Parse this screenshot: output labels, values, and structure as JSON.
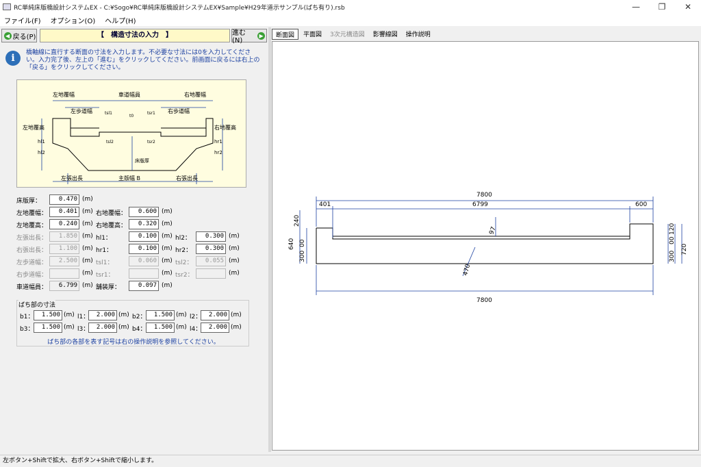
{
  "window": {
    "title": "RC単純床版橋設計システムEX - C:¥Sogo¥RC単純床版橋設計システムEX¥Sample¥H29年道示サンプル(ばち有り).rsb",
    "minimize": "—",
    "maximize": "❐",
    "close": "✕"
  },
  "menu": [
    "ファイル(F)",
    "オプション(O)",
    "ヘルプ(H)"
  ],
  "nav": {
    "back_label": "戻る(P)",
    "title": "【　構造寸法の入力　】",
    "next_label": "進む(N)"
  },
  "info": {
    "message": "橋軸線に直行する断面の寸法を入力します。不必要な寸法には0を入力してください。入力完了後、左上の「進む」をクリックしてください。前画面に戻るには右上の「戻る」をクリックしてください。"
  },
  "diagram_labels": {
    "left_curb_width": "左地覆幅",
    "roadway_width": "車道幅員",
    "right_curb_width": "右地覆幅",
    "left_sidewalk_width": "左歩道幅",
    "right_sidewalk_width": "右歩道幅",
    "tsl1": "tsl1",
    "t0": "t0",
    "tsr1": "tsr1",
    "left_curb_height": "左地覆高",
    "right_curb_height": "右地覆高",
    "hl1": "hl1",
    "hl2": "hl2",
    "hr1": "hr1",
    "hr2": "hr2",
    "tsl2": "tsl2",
    "tsr2": "tsr2",
    "slab_thickness": "床版厚",
    "left_overhang": "左張出長",
    "main_width": "主版幅 B",
    "right_overhang": "右張出長"
  },
  "form": {
    "slab_thickness": {
      "label": "床版厚：",
      "value": "0.470",
      "unit": "(m)"
    },
    "left_curb_width": {
      "label": "左地覆幅：",
      "value": "0.401",
      "unit": "(m)"
    },
    "right_curb_width": {
      "label": "右地覆幅：",
      "value": "0.600",
      "unit": "(m)"
    },
    "left_curb_height": {
      "label": "左地覆高：",
      "value": "0.240",
      "unit": "(m)"
    },
    "right_curb_height": {
      "label": "右地覆高：",
      "value": "0.320",
      "unit": "(m)"
    },
    "left_overhang": {
      "label": "左張出長：",
      "value": "1.850",
      "unit": "(m)"
    },
    "hl1": {
      "label": "hl1：",
      "value": "0.100",
      "unit": "(m)"
    },
    "hl2": {
      "label": "hl2：",
      "value": "0.300",
      "unit": "(m)"
    },
    "right_overhang": {
      "label": "右張出長：",
      "value": "1.100",
      "unit": "(m)"
    },
    "hr1": {
      "label": "hr1：",
      "value": "0.100",
      "unit": "(m)"
    },
    "hr2": {
      "label": "hr2：",
      "value": "0.300",
      "unit": "(m)"
    },
    "left_sidewalk": {
      "label": "左歩道幅：",
      "value": "2.500",
      "unit": "(m)"
    },
    "tsl1": {
      "label": "tsl1：",
      "value": "0.060",
      "unit": "(m)"
    },
    "tsl2": {
      "label": "tsl2：",
      "value": "0.055",
      "unit": "(m)"
    },
    "right_sidewalk": {
      "label": "右歩道幅：",
      "value": "",
      "unit": "(m)"
    },
    "tsr1": {
      "label": "tsr1：",
      "value": "",
      "unit": "(m)"
    },
    "tsr2": {
      "label": "tsr2：",
      "value": "",
      "unit": "(m)"
    },
    "roadway_width": {
      "label": "車道幅員：",
      "value": "6.799",
      "unit": "(m)"
    },
    "pavement_thickness": {
      "label": "舗装厚：",
      "value": "0.097",
      "unit": "(m)"
    }
  },
  "bachi": {
    "title": "ばち部の寸法",
    "b1": {
      "label": "b1：",
      "value": "1.500",
      "unit": "(m)"
    },
    "l1": {
      "label": "l1：",
      "value": "2.000",
      "unit": "(m)"
    },
    "b2": {
      "label": "b2：",
      "value": "1.500",
      "unit": "(m)"
    },
    "l2": {
      "label": "l2：",
      "value": "2.000",
      "unit": "(m)"
    },
    "b3": {
      "label": "b3：",
      "value": "1.500",
      "unit": "(m)"
    },
    "l3": {
      "label": "l3：",
      "value": "2.000",
      "unit": "(m)"
    },
    "b4": {
      "label": "b4：",
      "value": "1.500",
      "unit": "(m)"
    },
    "l4": {
      "label": "l4：",
      "value": "2.000",
      "unit": "(m)"
    },
    "hint": "ばち部の各部を表す記号は右の操作説明を参照してください。"
  },
  "tabs": [
    {
      "label": "断面図",
      "active": true,
      "enabled": true
    },
    {
      "label": "平面図",
      "active": false,
      "enabled": true
    },
    {
      "label": "3次元構造図",
      "active": false,
      "enabled": false
    },
    {
      "label": "影響線図",
      "active": false,
      "enabled": true
    },
    {
      "label": "操作説明",
      "active": false,
      "enabled": true
    }
  ],
  "drawing": {
    "total_top": "7800",
    "left_curb": "401",
    "roadway": "6799",
    "right_curb": "600",
    "left_240": "240",
    "left_640": "640",
    "left_300a": "300",
    "left_00": "00",
    "pave_97": "97",
    "slab_470": "470",
    "right_300": "300",
    "right_00": "00",
    "right_120a": "120",
    "right_720": "720",
    "total_bottom": "7800"
  },
  "status": "左ボタン+Shiftで拡大、右ボタン+Shiftで縮小します。"
}
